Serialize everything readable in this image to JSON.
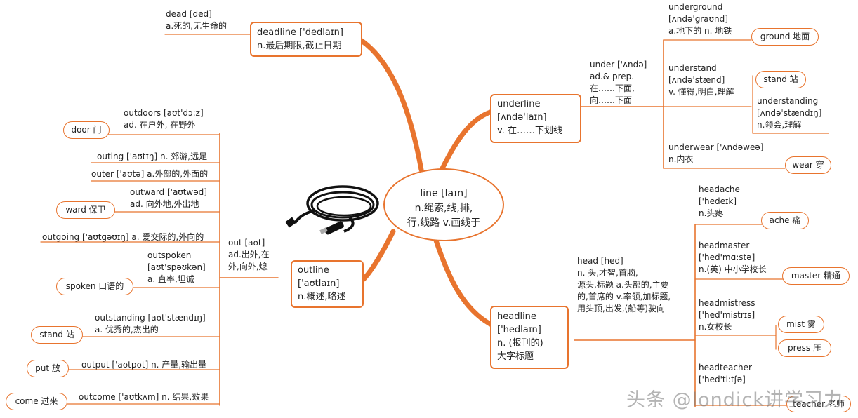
{
  "center": {
    "word": "line [laɪn]",
    "lines": [
      "n.绳索,线,排,",
      "行,线路 v.画线于"
    ]
  },
  "deadline": {
    "box": [
      "deadline ['dedlaɪn]",
      "n.最后期限,截止日期"
    ],
    "lines": [
      "dead [ded]",
      "a.死的,无生命的"
    ]
  },
  "underline": {
    "box": [
      "underline",
      "[ʌndəˈlaɪn]",
      "v. 在……下划线"
    ],
    "under": [
      "under ['ʌndə]",
      "ad.& prep.",
      "在……下面,",
      "向……下面"
    ],
    "underground": [
      "underground",
      "[ʌndəˈgraʊnd]",
      "a.地下的  n. 地铁"
    ],
    "understand": [
      "understand",
      "[ʌndəˈstænd]",
      "v. 懂得,明白,理解"
    ],
    "understanding": [
      "understanding",
      "[ʌndəˈstændɪŋ]",
      "n.领会,理解"
    ],
    "underwear": [
      "underwear ['ʌndəweə]",
      "n.内衣"
    ],
    "pills": [
      "ground 地面",
      "stand 站",
      "wear 穿"
    ]
  },
  "headline": {
    "box": [
      "headline",
      "['hedlaɪn]",
      "n. (报刊的)",
      "大字标题"
    ],
    "head": [
      "head [hed]",
      "n. 头,才智,首脑,",
      "源头,标题 a.头部的,主要",
      "的,首席的 v.率领,加标题,",
      "用头顶,出发,(船等)驶向"
    ],
    "headache": [
      "headache",
      "['hedeɪk]",
      "n.头疼"
    ],
    "headmaster": [
      "headmaster",
      "['hed'mɑ:stə]",
      "n.(英) 中小学校长"
    ],
    "headmistress": [
      "headmistress",
      "['hed'mistrɪs]",
      "n.女校长"
    ],
    "headteacher": [
      "headteacher",
      "['hed'ti:tʃə]"
    ],
    "pills": [
      "ache 痛",
      "master 精通",
      "mist 雾",
      "press 压",
      "teacher 老师"
    ]
  },
  "outline": {
    "box": [
      "outline",
      "['aʊtlaɪn]",
      "n.概述,略述"
    ],
    "out": [
      "out [aʊt]",
      "ad.出外,在",
      "外,向外,熄"
    ],
    "outdoors": [
      "outdoors [aʊt'dɔ:z]",
      "ad. 在户外, 在野外"
    ],
    "outing": "outing ['aʊtɪŋ] n. 郊游,远足",
    "outer": "outer ['aʊtə] a.外部的,外面的",
    "outward": [
      "outward ['aʊtwəd]",
      "ad. 向外地,外出地"
    ],
    "outgoing": "outgoing ['aʊtgəʊɪŋ] a. 爱交际的,外向的",
    "outspoken": [
      "outspoken",
      "[aʊt'spəʊkən]",
      "a. 直率,坦诚"
    ],
    "outstanding": [
      "outstanding [aʊt'stændɪŋ]",
      "a. 优秀的,杰出的"
    ],
    "output": "output ['aʊtpʊt] n. 产量,输出量",
    "outcome": "outcome ['aʊtkʌm] n. 结果,效果",
    "pills": [
      "door 门",
      "ward 保卫",
      "spoken 口语的",
      "stand 站",
      "put 放",
      "come 过来"
    ]
  },
  "watermark": "头条 @londick讲学习力",
  "colors": {
    "accent": "#e8742e",
    "text": "#222222"
  }
}
